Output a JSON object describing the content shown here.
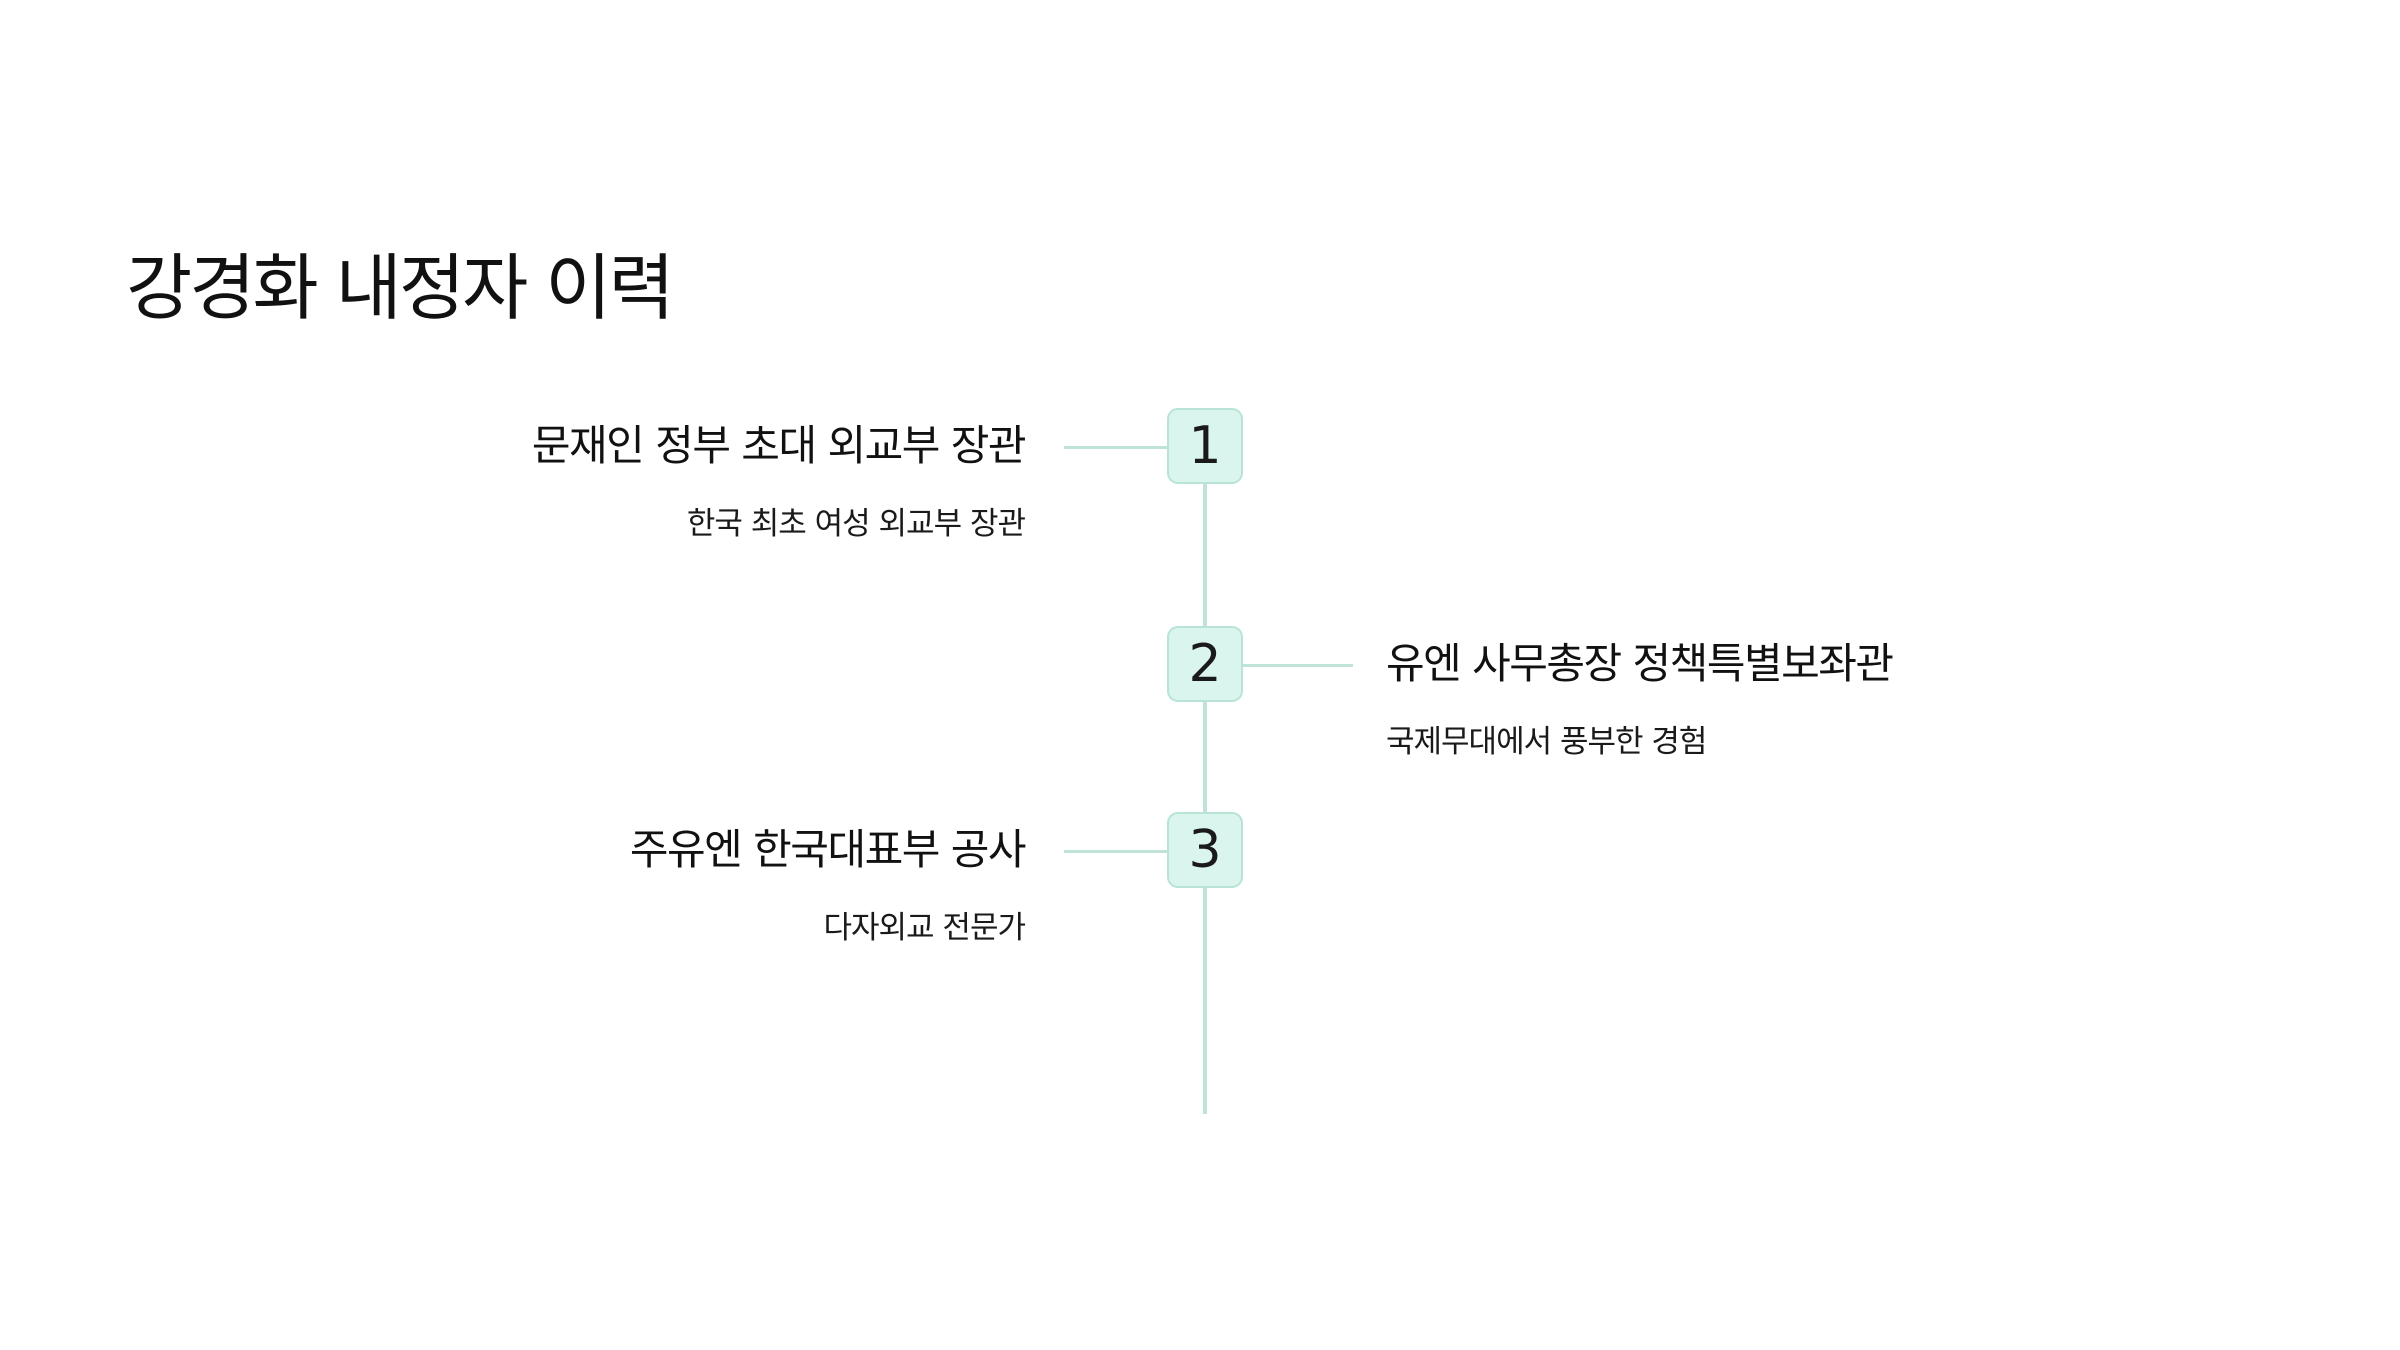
{
  "slide": {
    "title": "강경화 내정자 이력",
    "accent_color": "#bfe3d9",
    "badge_fill": "#daf4ee"
  },
  "timeline": {
    "items": [
      {
        "number": "1",
        "title": "문재인 정부 초대 외교부 장관",
        "description": "한국 최초 여성 외교부 장관",
        "side": "left"
      },
      {
        "number": "2",
        "title": "유엔 사무총장 정책특별보좌관",
        "description": "국제무대에서 풍부한 경험",
        "side": "right"
      },
      {
        "number": "3",
        "title": "주유엔 한국대표부 공사",
        "description": "다자외교 전문가",
        "side": "left"
      }
    ]
  }
}
